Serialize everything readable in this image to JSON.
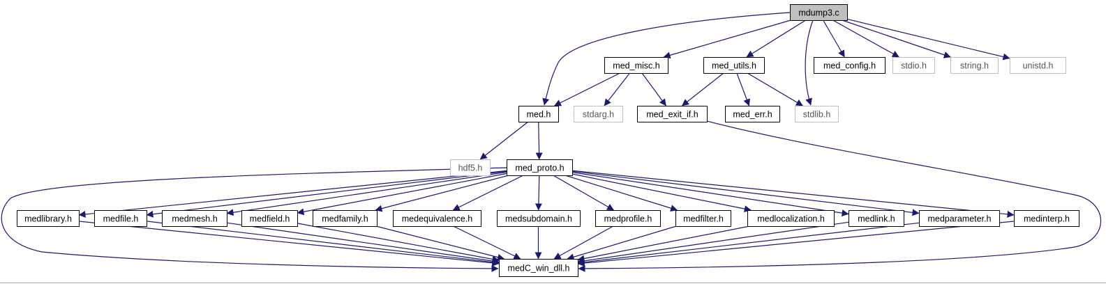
{
  "diagram": {
    "title": "",
    "colors": {
      "edge": "#191970",
      "root_fill": "#bfbfbf",
      "node_border": "#000000",
      "external_border": "#bfbfbf",
      "external_text": "#555555",
      "node_text": "#000000",
      "node_fill": "#ffffff"
    },
    "nodes": [
      {
        "id": "mdump3_c",
        "label": "mdump3.c",
        "kind": "root"
      },
      {
        "id": "med_misc_h",
        "label": "med_misc.h",
        "kind": "local"
      },
      {
        "id": "med_utils_h",
        "label": "med_utils.h",
        "kind": "local"
      },
      {
        "id": "med_config_h",
        "label": "med_config.h",
        "kind": "local"
      },
      {
        "id": "stdio_h",
        "label": "stdio.h",
        "kind": "external"
      },
      {
        "id": "string_h",
        "label": "string.h",
        "kind": "external"
      },
      {
        "id": "unistd_h",
        "label": "unistd.h",
        "kind": "external"
      },
      {
        "id": "med_h",
        "label": "med.h",
        "kind": "local"
      },
      {
        "id": "stdarg_h",
        "label": "stdarg.h",
        "kind": "external"
      },
      {
        "id": "med_exit_if_h",
        "label": "med_exit_if.h",
        "kind": "local"
      },
      {
        "id": "med_err_h",
        "label": "med_err.h",
        "kind": "local"
      },
      {
        "id": "stdlib_h",
        "label": "stdlib.h",
        "kind": "external"
      },
      {
        "id": "hdf5_h",
        "label": "hdf5.h",
        "kind": "external"
      },
      {
        "id": "med_proto_h",
        "label": "med_proto.h",
        "kind": "local"
      },
      {
        "id": "medlibrary_h",
        "label": "medlibrary.h",
        "kind": "local"
      },
      {
        "id": "medfile_h",
        "label": "medfile.h",
        "kind": "local"
      },
      {
        "id": "medmesh_h",
        "label": "medmesh.h",
        "kind": "local"
      },
      {
        "id": "medfield_h",
        "label": "medfield.h",
        "kind": "local"
      },
      {
        "id": "medfamily_h",
        "label": "medfamily.h",
        "kind": "local"
      },
      {
        "id": "medequivalence_h",
        "label": "medequivalence.h",
        "kind": "local"
      },
      {
        "id": "medsubdomain_h",
        "label": "medsubdomain.h",
        "kind": "local"
      },
      {
        "id": "medprofile_h",
        "label": "medprofile.h",
        "kind": "local"
      },
      {
        "id": "medfilter_h",
        "label": "medfilter.h",
        "kind": "local"
      },
      {
        "id": "medlocalization_h",
        "label": "medlocalization.h",
        "kind": "local"
      },
      {
        "id": "medlink_h",
        "label": "medlink.h",
        "kind": "local"
      },
      {
        "id": "medparameter_h",
        "label": "medparameter.h",
        "kind": "local"
      },
      {
        "id": "medinterp_h",
        "label": "medinterp.h",
        "kind": "local"
      },
      {
        "id": "medC_win_dll_h",
        "label": "medC_win_dll.h",
        "kind": "local"
      }
    ],
    "edges": [
      {
        "from": "mdump3_c",
        "to": "med_h"
      },
      {
        "from": "mdump3_c",
        "to": "med_misc_h"
      },
      {
        "from": "mdump3_c",
        "to": "med_utils_h"
      },
      {
        "from": "mdump3_c",
        "to": "stdlib_h"
      },
      {
        "from": "mdump3_c",
        "to": "med_config_h"
      },
      {
        "from": "mdump3_c",
        "to": "stdio_h"
      },
      {
        "from": "mdump3_c",
        "to": "string_h"
      },
      {
        "from": "mdump3_c",
        "to": "unistd_h"
      },
      {
        "from": "med_misc_h",
        "to": "med_h"
      },
      {
        "from": "med_misc_h",
        "to": "stdarg_h"
      },
      {
        "from": "med_misc_h",
        "to": "med_exit_if_h"
      },
      {
        "from": "med_utils_h",
        "to": "med_exit_if_h"
      },
      {
        "from": "med_utils_h",
        "to": "med_err_h"
      },
      {
        "from": "med_utils_h",
        "to": "stdlib_h"
      },
      {
        "from": "med_h",
        "to": "hdf5_h"
      },
      {
        "from": "med_h",
        "to": "med_proto_h"
      },
      {
        "from": "med_exit_if_h",
        "to": "medC_win_dll_h"
      },
      {
        "from": "med_proto_h",
        "to": "medC_win_dll_h",
        "route": "left"
      },
      {
        "from": "med_proto_h",
        "to": "medlibrary_h"
      },
      {
        "from": "med_proto_h",
        "to": "medfile_h"
      },
      {
        "from": "med_proto_h",
        "to": "medmesh_h"
      },
      {
        "from": "med_proto_h",
        "to": "medfield_h"
      },
      {
        "from": "med_proto_h",
        "to": "medfamily_h"
      },
      {
        "from": "med_proto_h",
        "to": "medequivalence_h"
      },
      {
        "from": "med_proto_h",
        "to": "medsubdomain_h"
      },
      {
        "from": "med_proto_h",
        "to": "medprofile_h"
      },
      {
        "from": "med_proto_h",
        "to": "medfilter_h"
      },
      {
        "from": "med_proto_h",
        "to": "medlocalization_h"
      },
      {
        "from": "med_proto_h",
        "to": "medlink_h"
      },
      {
        "from": "med_proto_h",
        "to": "medparameter_h"
      },
      {
        "from": "med_proto_h",
        "to": "medinterp_h"
      },
      {
        "from": "medlibrary_h",
        "to": "medC_win_dll_h"
      },
      {
        "from": "medfile_h",
        "to": "medC_win_dll_h"
      },
      {
        "from": "medmesh_h",
        "to": "medC_win_dll_h"
      },
      {
        "from": "medfield_h",
        "to": "medC_win_dll_h"
      },
      {
        "from": "medfamily_h",
        "to": "medC_win_dll_h"
      },
      {
        "from": "medequivalence_h",
        "to": "medC_win_dll_h"
      },
      {
        "from": "medsubdomain_h",
        "to": "medC_win_dll_h"
      },
      {
        "from": "medprofile_h",
        "to": "medC_win_dll_h"
      },
      {
        "from": "medfilter_h",
        "to": "medC_win_dll_h"
      },
      {
        "from": "medlocalization_h",
        "to": "medC_win_dll_h"
      },
      {
        "from": "medlink_h",
        "to": "medC_win_dll_h"
      },
      {
        "from": "medparameter_h",
        "to": "medC_win_dll_h"
      },
      {
        "from": "medinterp_h",
        "to": "medC_win_dll_h"
      }
    ]
  }
}
